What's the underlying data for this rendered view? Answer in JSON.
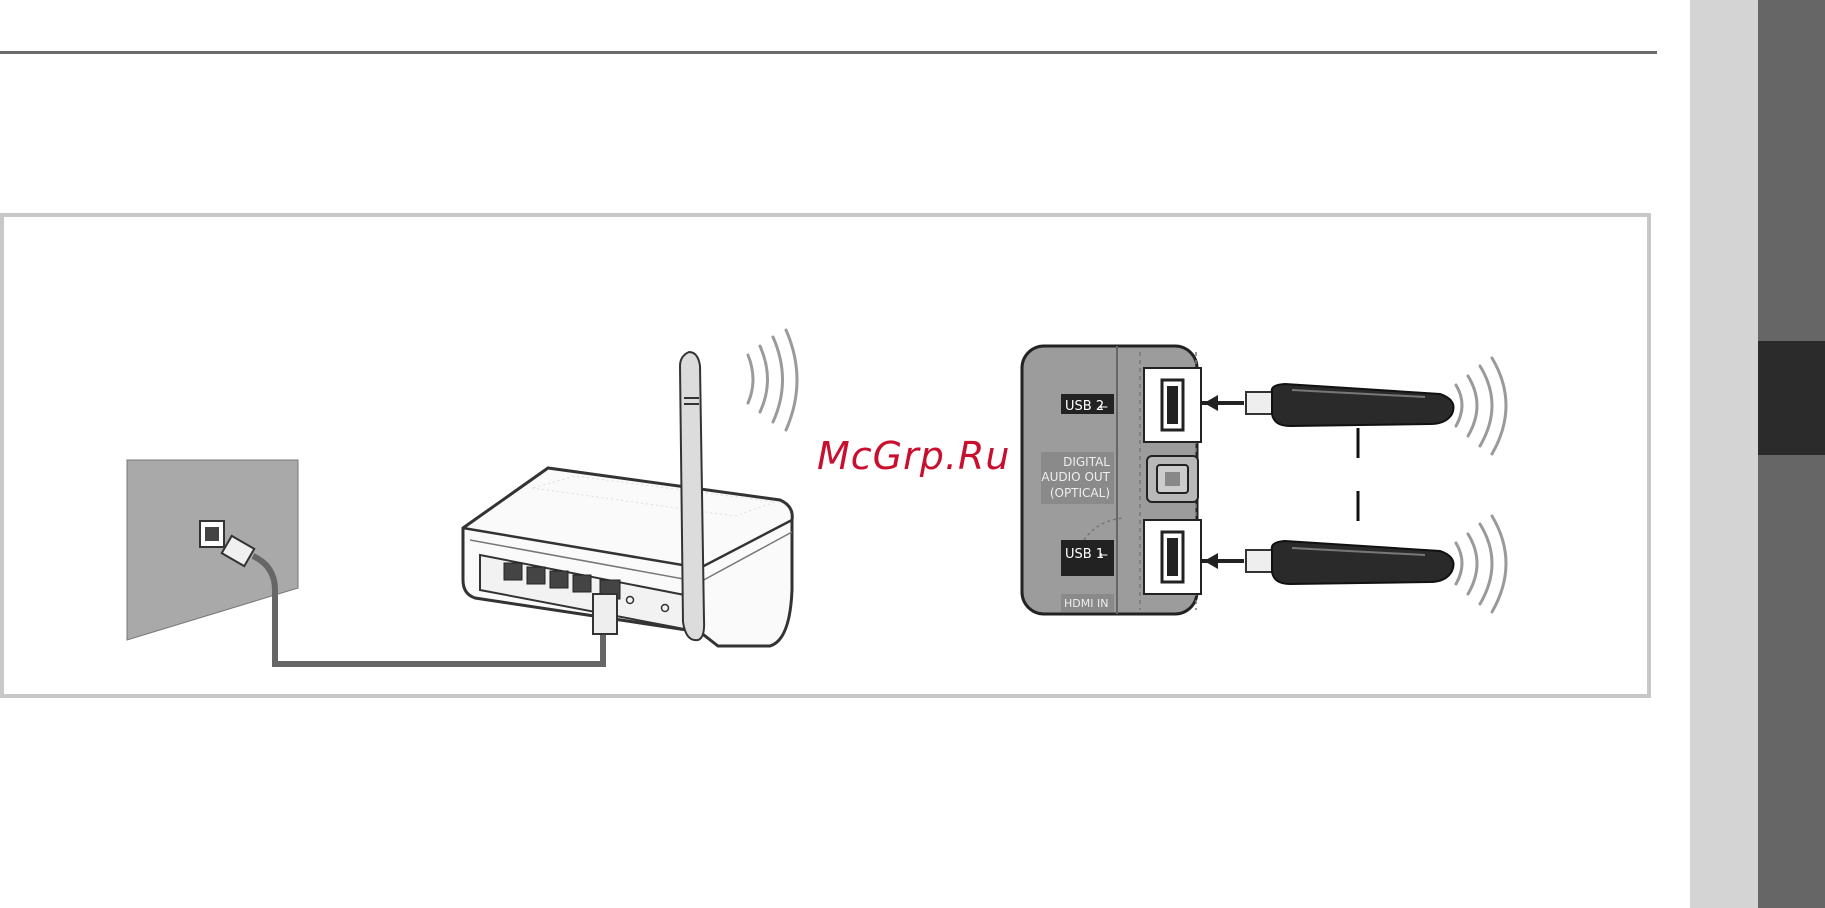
{
  "labels": {
    "usb2": "USB 2",
    "usb1": "USB 1",
    "digital_audio_line1": "DIGITAL",
    "digital_audio_line2": "AUDIO OUT",
    "digital_audio_line3": "(OPTICAL)",
    "hdmi": "HDMI IN"
  },
  "watermark": "McGrp.Ru"
}
